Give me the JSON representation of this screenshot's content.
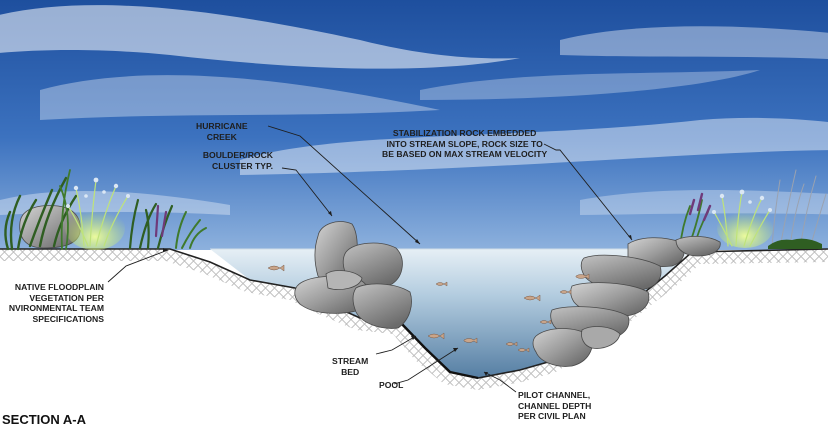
{
  "section_title": "SECTION A-A",
  "labels": {
    "hurricane_creek": [
      "HURRICANE",
      "CREEK"
    ],
    "boulder_cluster": [
      "BOULDER/ROCK",
      "CLUSTER TYP."
    ],
    "stabilization_rock": [
      "STABILIZATION ROCK EMBEDDED",
      "INTO STREAM SLOPE, ROCK SIZE TO",
      "BE BASED ON MAX STREAM VELOCITY"
    ],
    "native_floodplain": [
      "NATIVE FLOODPLAIN",
      "VEGETATION PER",
      "NVIRONMENTAL TEAM",
      "SPECIFICATIONS"
    ],
    "stream_bed": [
      "STREAM",
      "BED"
    ],
    "pool": [
      "POOL"
    ],
    "pilot_channel": [
      "PILOT CHANNEL,",
      "CHANNEL DEPTH",
      "PER CIVIL PLAN"
    ]
  },
  "colors": {
    "sky_top": "#1e4f9e",
    "sky_bottom": "#7fa6d6",
    "water_top": "#dfeaf2",
    "water_bottom": "#5f86a8",
    "soil_hatch": "#b9b9b9",
    "rock": "#8c8c8c",
    "vegetation": "#3f7a2c",
    "text": "#1e1e1e"
  }
}
